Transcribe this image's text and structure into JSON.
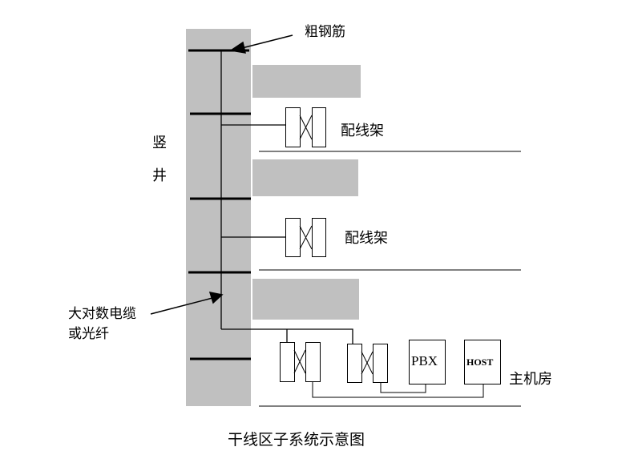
{
  "labels": {
    "rebar": "粗钢筋",
    "patch_panel_1": "配线架",
    "patch_panel_2": "配线架",
    "shaft_char_1": "竖",
    "shaft_char_2": "井",
    "cable_line_1": "大对数电缆",
    "cable_line_2": "或光纤",
    "machine_room": "主机房",
    "pbx": "PBX",
    "host": "HOST"
  },
  "title": "干线区子系统示意图",
  "colors": {
    "shaft": "#c0c0c0",
    "line": "#000000"
  }
}
